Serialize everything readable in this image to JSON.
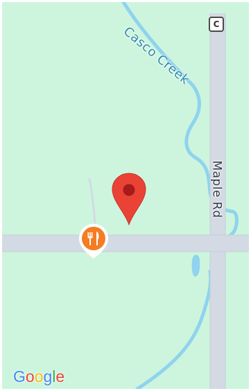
{
  "map": {
    "creek_label": "Casco Creek",
    "road_label": "Maple Rd",
    "route_shield": "C",
    "poi_icon": "restaurant-icon",
    "marker_icon": "location-pin-icon",
    "logo_letters": [
      "G",
      "o",
      "o",
      "g",
      "l",
      "e"
    ],
    "logo_colors": [
      "#4285F4",
      "#EA4335",
      "#FBBC05",
      "#4285F4",
      "#34A853",
      "#EA4335"
    ],
    "colors": {
      "land": "#cdf5dd",
      "road": "#d3dae3",
      "water": "#8fd3ee",
      "marker": "#ea4335",
      "poi": "#f57c22"
    }
  }
}
